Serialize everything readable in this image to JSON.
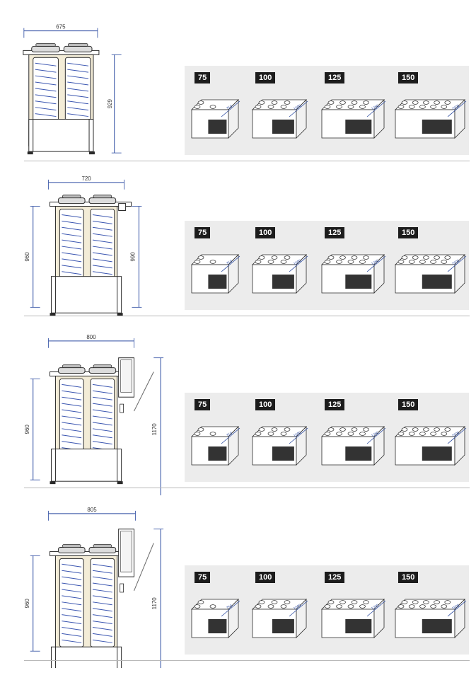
{
  "rows": [
    {
      "variant": "standard",
      "width_label": "675",
      "height_label": "929",
      "height_right_label": "",
      "sizes": [
        {
          "badge": "75",
          "depth": "750",
          "wells": 3
        },
        {
          "badge": "100",
          "depth": "1000",
          "wells": 6
        },
        {
          "badge": "125",
          "depth": "1250",
          "wells": 8
        },
        {
          "badge": "150",
          "depth": "1500",
          "wells": 10
        }
      ]
    },
    {
      "variant": "ledge",
      "width_label": "720",
      "height_label": "960",
      "height_right_label": "990",
      "sizes": [
        {
          "badge": "75",
          "depth": "750",
          "wells": 3
        },
        {
          "badge": "100",
          "depth": "1000",
          "wells": 6
        },
        {
          "badge": "125",
          "depth": "1250",
          "wells": 8
        },
        {
          "badge": "150",
          "depth": "1500",
          "wells": 10
        }
      ]
    },
    {
      "variant": "tower",
      "width_label": "800",
      "height_label": "960",
      "height_right_label": "1170",
      "sizes": [
        {
          "badge": "75",
          "depth": "750",
          "wells": 3
        },
        {
          "badge": "100",
          "depth": "1000",
          "wells": 6
        },
        {
          "badge": "125",
          "depth": "1250",
          "wells": 8
        },
        {
          "badge": "150",
          "depth": "1500",
          "wells": 10
        }
      ]
    },
    {
      "variant": "tower-wide",
      "width_label": "805",
      "height_label": "960",
      "height_right_label": "1170",
      "sizes": [
        {
          "badge": "75",
          "depth": "750",
          "wells": 3
        },
        {
          "badge": "100",
          "depth": "1000",
          "wells": 6
        },
        {
          "badge": "125",
          "depth": "1250",
          "wells": 8
        },
        {
          "badge": "150",
          "depth": "1500",
          "wells": 10
        }
      ]
    }
  ],
  "colors": {
    "cream": "#f3ecd7",
    "line": "#2a2a2a",
    "dim": "#2b4aa0",
    "panel": "#ececec",
    "badge": "#1c1c1c"
  }
}
